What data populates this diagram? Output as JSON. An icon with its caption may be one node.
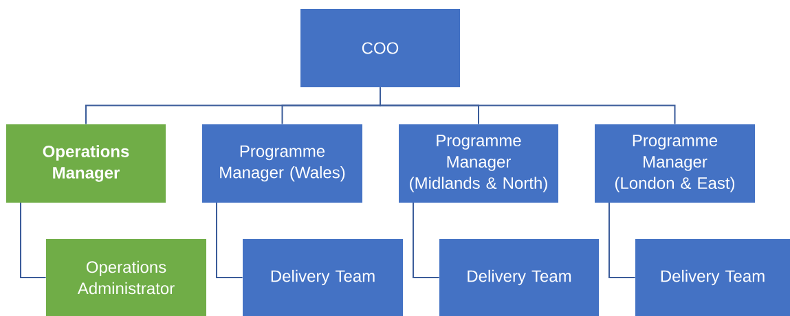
{
  "diagram": {
    "nodes": [
      {
        "text": [
          "COO"
        ]
      },
      {
        "text": [
          "Operations Manager"
        ]
      },
      {
        "text": [
          "Programme Manager (Wales)"
        ]
      },
      {
        "text": [
          "Programme Manager (Midlands & North)"
        ]
      },
      {
        "text": [
          "Programme Manager (London & East)"
        ]
      },
      {
        "text": [
          "Operations Administrator"
        ]
      },
      {
        "text": [
          "Delivery Team"
        ]
      },
      {
        "text": [
          "Delivery Team"
        ]
      },
      {
        "text": [
          "Delivery Team"
        ]
      }
    ],
    "edges": [
      {
        "from": 0,
        "to": 1,
        "arrow": "none"
      },
      {
        "from": 0,
        "to": 2,
        "arrow": "none"
      },
      {
        "from": 0,
        "to": 3,
        "arrow": "none"
      },
      {
        "from": 0,
        "to": 4,
        "arrow": "none"
      },
      {
        "from": 1,
        "to": 5,
        "arrow": "none"
      },
      {
        "from": 2,
        "to": 6,
        "arrow": "none"
      },
      {
        "from": 3,
        "to": 7,
        "arrow": "none"
      },
      {
        "from": 4,
        "to": 8,
        "arrow": "none"
      }
    ]
  }
}
